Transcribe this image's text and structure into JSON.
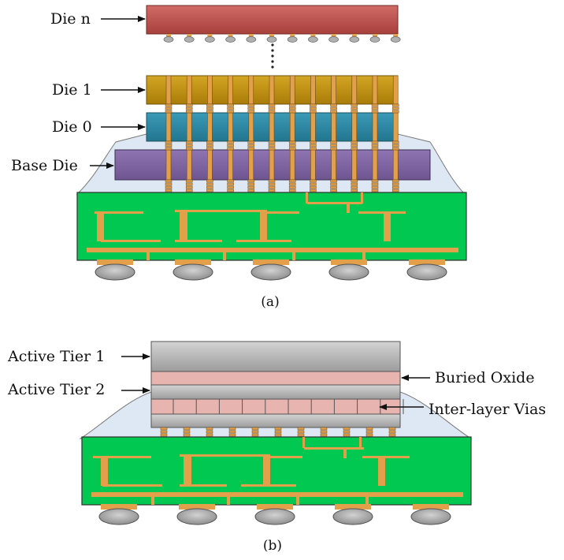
{
  "figure_a": {
    "caption": "(a)",
    "labels": {
      "die_n": "Die n",
      "die_1": "Die 1",
      "die_0": "Die 0",
      "base_die": "Base Die"
    }
  },
  "figure_b": {
    "caption": "(b)",
    "labels": {
      "active_tier_1": "Active Tier 1",
      "buried_oxide": "Buried Oxide",
      "active_tier_2": "Active Tier 2",
      "inter_layer_vias": "Inter-layer Vias"
    }
  },
  "colors": {
    "die_n": "#c0504d",
    "die_1": "#c09010",
    "die_0": "#2e8ca8",
    "base_die": "#8064a2",
    "substrate": "#00c850",
    "wiring": "#e3a04a",
    "bump": "#b0b0b0",
    "tier": "#b8b8b8",
    "oxide": "#e8b4b0",
    "underfill": "#dde8f4"
  }
}
